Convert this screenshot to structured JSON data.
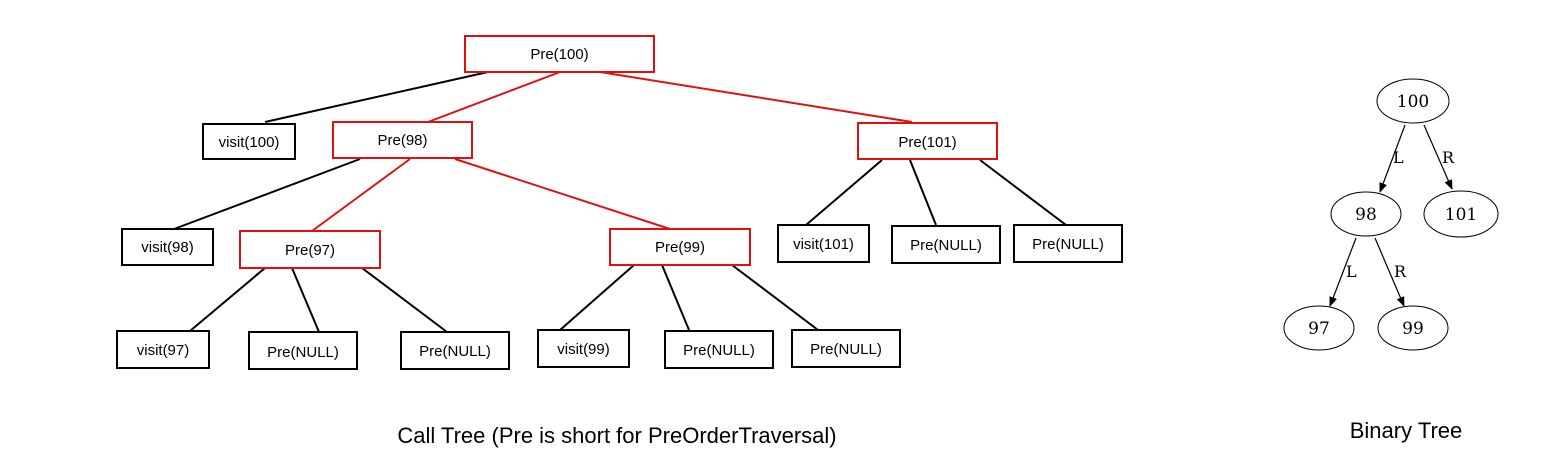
{
  "call_tree": {
    "caption": "Call Tree (Pre is short for PreOrderTraversal)",
    "nodes": {
      "pre100": "Pre(100)",
      "visit100": "visit(100)",
      "pre98": "Pre(98)",
      "pre101": "Pre(101)",
      "visit98": "visit(98)",
      "pre97": "Pre(97)",
      "pre99": "Pre(99)",
      "visit101": "visit(101)",
      "pre101_null_l": "Pre(NULL)",
      "pre101_null_r": "Pre(NULL)",
      "visit97": "visit(97)",
      "pre97_null_l": "Pre(NULL)",
      "pre97_null_r": "Pre(NULL)",
      "visit99": "visit(99)",
      "pre99_null_l": "Pre(NULL)",
      "pre99_null_r": "Pre(NULL)"
    },
    "highlight_color": "#e01010"
  },
  "binary_tree": {
    "caption": "Binary Tree",
    "nodes": {
      "n100": "100",
      "n98": "98",
      "n101": "101",
      "n97": "97",
      "n99": "99"
    },
    "edge_labels": {
      "n100_n98": "L",
      "n100_n101": "R",
      "n98_n97": "L",
      "n98_n99": "R"
    }
  }
}
